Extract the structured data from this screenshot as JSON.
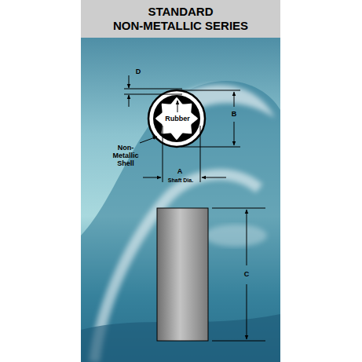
{
  "diagram": {
    "title": "STANDARD NON-METALLIC SERIES",
    "labels": [
      "D",
      "B",
      "Rubber",
      "Non- Metallic Shell",
      "A",
      "Shaft Dia.",
      "C"
    ]
  }
}
